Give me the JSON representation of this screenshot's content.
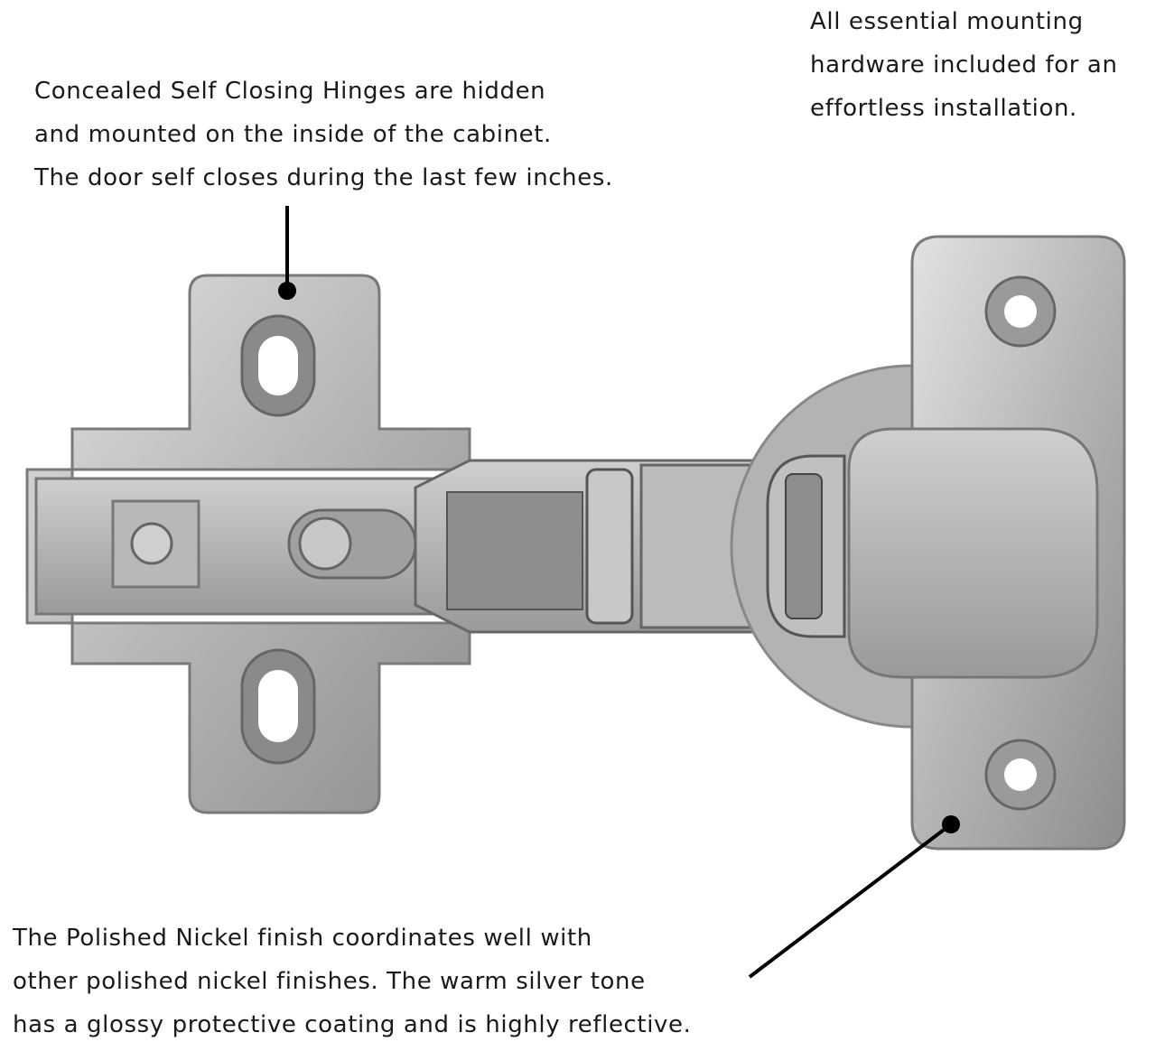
{
  "callouts": {
    "hardware": {
      "lines": [
        "All essential mounting",
        "hardware included for an",
        "effortless installation."
      ]
    },
    "concealed": {
      "lines": [
        "Concealed Self Closing Hinges are hidden",
        "and mounted on the inside of the cabinet.",
        "The door self closes during the last few inches."
      ]
    },
    "finish": {
      "lines": [
        "The Polished Nickel finish coordinates well with",
        "other polished nickel finishes. The warm silver tone",
        "has a glossy protective coating and is highly reflective."
      ]
    }
  },
  "colors": {
    "metal_light": "#c9c9c9",
    "metal_mid": "#a8a8a8",
    "metal_dark": "#6e6e6e",
    "leader": "#000000"
  }
}
